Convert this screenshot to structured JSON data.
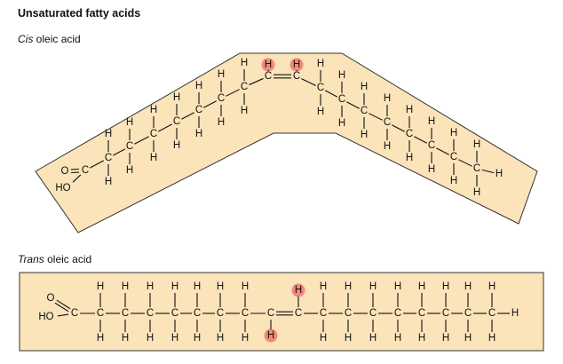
{
  "title": "Unsaturated fatty acids",
  "cis": {
    "label_italic": "Cis",
    "label_rest": " oleic acid"
  },
  "trans": {
    "label_italic": "Trans",
    "label_rest": " oleic acid"
  },
  "atoms": {
    "carbon": "C",
    "hydrogen": "H",
    "oxygen": "O",
    "hydroxyl": "HO"
  },
  "colors": {
    "panel": "#fbe3ba",
    "highlight": "#f08a7a",
    "ink": "#111111"
  }
}
